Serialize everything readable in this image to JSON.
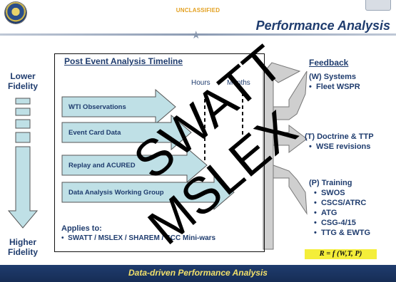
{
  "header": {
    "classification": "UNCLASSIFIED",
    "title": "Performance Analysis"
  },
  "fidelity": {
    "top_label": "Lower\nFidelity",
    "bottom_label": "Higher\nFidelity"
  },
  "timeline": {
    "title": "Post Event Analysis Timeline",
    "hours_label": "Hours",
    "months_label": "Months",
    "bars": [
      {
        "label": "WTI Observations"
      },
      {
        "label": "Event Card Data"
      },
      {
        "label": "Replay and ACURED"
      },
      {
        "label": "Data Analysis Working Group"
      }
    ]
  },
  "applies": {
    "title": "Applies to:",
    "item": "SWATT / MSLEX / SHAREM / SCC Mini-wars"
  },
  "feedback": {
    "title": "Feedback",
    "groups": [
      {
        "heading": "(W) Systems",
        "items": [
          "Fleet WSPR"
        ]
      },
      {
        "heading": "(T) Doctrine & TTP",
        "items": [
          "WSE revisions"
        ]
      },
      {
        "heading": "(P) Training",
        "items": [
          "SWOS",
          "CSCS/ATRC",
          "ATG",
          "CSG-4/15",
          "TTG & EWTG"
        ]
      }
    ]
  },
  "formula": "R = f (W,T, P)",
  "footer": "Data-driven  Performance  Analysis",
  "watermark": [
    "SWATT",
    "MSLEX"
  ],
  "colors": {
    "navy": "#1f3c6e",
    "arrow_fill": "#bfe0e6",
    "gray_arrow": "#cfcfcf",
    "highlight": "#f4ee3a",
    "footer_text": "#f2e06a",
    "classification": "#e3a020"
  }
}
